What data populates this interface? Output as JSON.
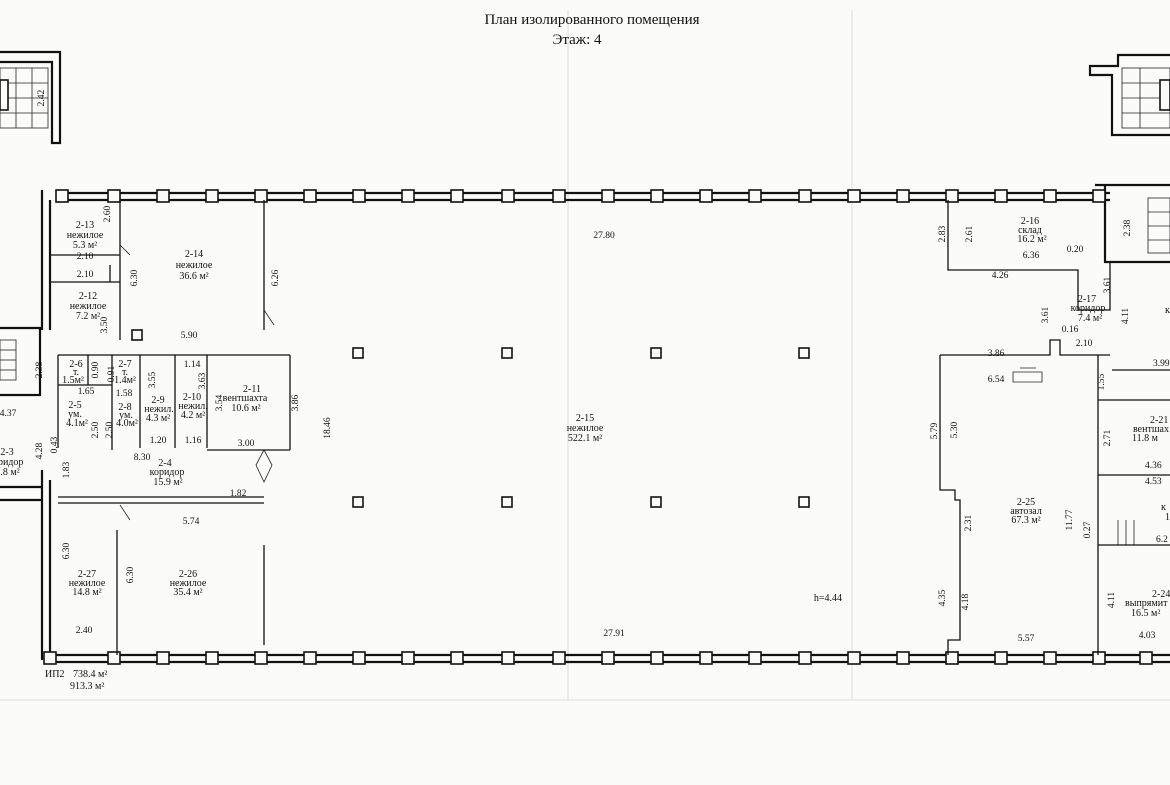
{
  "header": {
    "title": "План изолированного помещения",
    "floor": "Этаж: 4"
  },
  "rooms": [
    {
      "id": "2-13",
      "name": "нежилое",
      "area": "5.3 м²"
    },
    {
      "id": "2-14",
      "name": "нежилое",
      "area": "36.6 м²"
    },
    {
      "id": "2-12",
      "name": "нежилое",
      "area": "7.2 м²"
    },
    {
      "id": "2-6",
      "name": "т.",
      "area": "1.5м²"
    },
    {
      "id": "2-7",
      "name": "т.",
      "area": "1.4м²"
    },
    {
      "id": "2-5",
      "name": "ум.",
      "area": "4.1м²"
    },
    {
      "id": "2-8",
      "name": "ум.",
      "area": "4.0м²"
    },
    {
      "id": "2-9",
      "name": "нежил.",
      "area": "4.3 м²"
    },
    {
      "id": "2-10",
      "name": "нежил.",
      "area": "4.2 м²"
    },
    {
      "id": "2-11",
      "name": "вентшахта",
      "area": "10.6 м²"
    },
    {
      "id": "2-3",
      "name": "коридор",
      "area": ".8 м²"
    },
    {
      "id": "2-4",
      "name": "коридор",
      "area": "15.9 м²"
    },
    {
      "id": "2-15",
      "name": "нежилое",
      "area": "522.1 м²"
    },
    {
      "id": "2-16",
      "name": "склад",
      "area": "16.2 м²"
    },
    {
      "id": "2-17",
      "name": "коридор",
      "area": "7.4 м²"
    },
    {
      "id": "2-21",
      "name": "вентшах",
      "area": "11.8 м"
    },
    {
      "id": "2-25",
      "name": "автозал",
      "area": "67.3 м²"
    },
    {
      "id": "2-27",
      "name": "нежилое",
      "area": "14.8 м²"
    },
    {
      "id": "2-26",
      "name": "нежилое",
      "area": "35.4 м²"
    },
    {
      "id": "2-24",
      "name": "выпрямит",
      "area": "16.5 м²"
    }
  ],
  "dimensions": [
    "2.42",
    "2.60",
    "2.10",
    "2.10",
    "6.30",
    "3.50",
    "5.90",
    "6.26",
    "27.80",
    "2.38",
    "4.37",
    "0.90",
    "0.91",
    "1.65",
    "1.58",
    "3.55",
    "3.63",
    "1.14",
    "3.54",
    "3.86",
    "2.50",
    "2.50",
    "1.20",
    "1.16",
    "3.00",
    "8.30",
    "0.43",
    "4.28",
    "1.83",
    "1.82",
    "5.74",
    "18.46",
    "6.30",
    "6.30",
    "2.40",
    "27.91",
    "2.83",
    "2.61",
    "6.36",
    "0.20",
    "4.26",
    "2.38",
    "3.61",
    "3.61",
    "4.11",
    "0.16",
    "2.10",
    "3.86",
    "6.54",
    "3.99",
    "1.55",
    "5.79",
    "5.30",
    "2.71",
    "4.36",
    "4.53",
    "11.77",
    "0.27",
    "2.31",
    "6.2",
    "4.35",
    "4.18",
    "5.57",
    "4.11",
    "4.03"
  ],
  "labels": {
    "height": "h=4.44",
    "partial_r1": "к",
    "partial_r2": "к",
    "partial_r3": "1"
  },
  "footer": {
    "code": "ИП2",
    "area1": "738.4 м²",
    "area2": "913.3 м²"
  }
}
